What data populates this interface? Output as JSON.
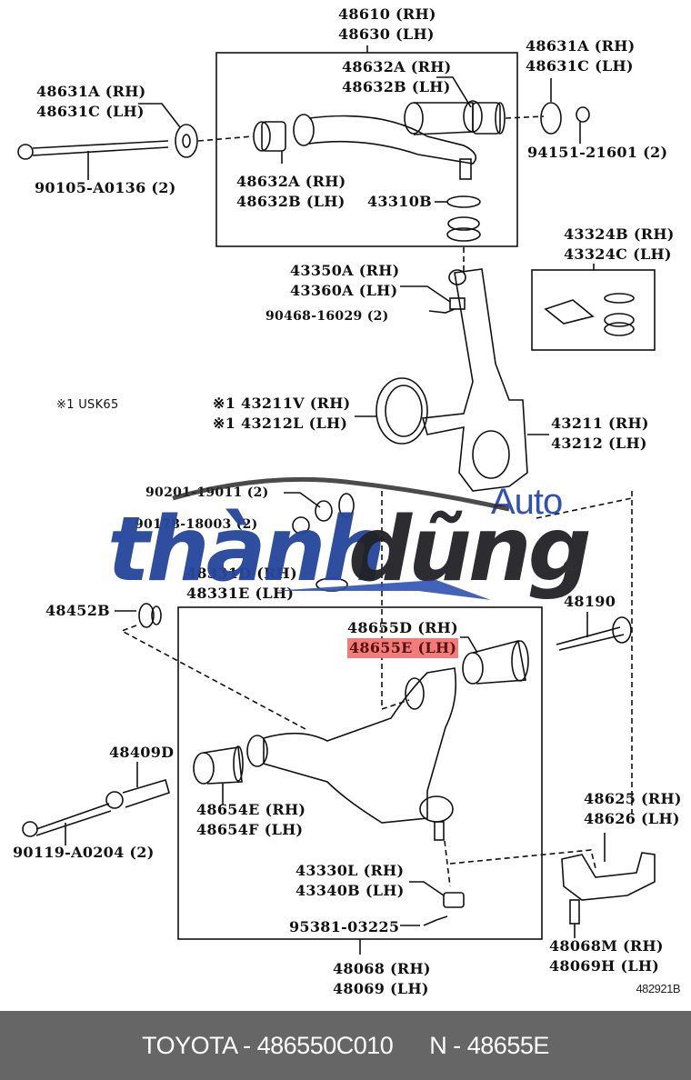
{
  "diagram": {
    "title_code": "482921B",
    "footnote": "※1 USK65",
    "groups": {
      "upper_arm": {
        "part": "48610 (RH)",
        "part_alt": "48630 (LH)"
      },
      "lower_arm": {
        "part": "48068 (RH)",
        "part_alt": "48069 (LH)"
      },
      "boot_kit": {
        "part": "43324B (RH)",
        "part_alt": "43324C (LH)"
      }
    },
    "labels": [
      {
        "id": "l1",
        "lines": [
          "48610 (RH)",
          "48630 (LH)"
        ]
      },
      {
        "id": "l2",
        "lines": [
          "48631A (RH)",
          "48631C (LH)"
        ]
      },
      {
        "id": "l3",
        "lines": [
          "48632A (RH)",
          "48632B (LH)"
        ]
      },
      {
        "id": "l4",
        "lines": [
          "48631A (RH)",
          "48631C (LH)"
        ]
      },
      {
        "id": "l5",
        "lines": [
          "94151-21601 (2)"
        ]
      },
      {
        "id": "l6",
        "lines": [
          "90105-A0136 (2)"
        ]
      },
      {
        "id": "l7",
        "lines": [
          "48632A (RH)",
          "48632B (LH)"
        ]
      },
      {
        "id": "l8",
        "lines": [
          "43310B"
        ]
      },
      {
        "id": "l9",
        "lines": [
          "43324B (RH)",
          "43324C (LH)"
        ]
      },
      {
        "id": "l10",
        "lines": [
          "43350A (RH)",
          "43360A (LH)"
        ]
      },
      {
        "id": "l11",
        "lines": [
          "90468-16029 (2)"
        ]
      },
      {
        "id": "l12",
        "lines": [
          "※1 43211V (RH)",
          "※1 43212L (LH)"
        ]
      },
      {
        "id": "l13",
        "lines": [
          "43211 (RH)",
          "43212 (LH)"
        ]
      },
      {
        "id": "l14",
        "lines": [
          "90201-19011 (2)"
        ]
      },
      {
        "id": "l15",
        "lines": [
          "90178-18003 (2)"
        ]
      },
      {
        "id": "l16",
        "lines": [
          "48331D (RH)",
          "48331E (LH)"
        ]
      },
      {
        "id": "l17",
        "lines": [
          "48452B"
        ]
      },
      {
        "id": "l18",
        "lines": [
          "48655D (RH)",
          "48655E (LH)"
        ],
        "highlight_line": 1
      },
      {
        "id": "l19",
        "lines": [
          "48190"
        ]
      },
      {
        "id": "l20",
        "lines": [
          "48409D"
        ]
      },
      {
        "id": "l21",
        "lines": [
          "48654E (RH)",
          "48654F (LH)"
        ]
      },
      {
        "id": "l22",
        "lines": [
          "90119-A0204 (2)"
        ]
      },
      {
        "id": "l23",
        "lines": [
          "48625 (RH)",
          "48626 (LH)"
        ]
      },
      {
        "id": "l24",
        "lines": [
          "43330L (RH)",
          "43340B (LH)"
        ]
      },
      {
        "id": "l25",
        "lines": [
          "95381-03225"
        ]
      },
      {
        "id": "l26",
        "lines": [
          "48068M (RH)",
          "48069H (LH)"
        ]
      },
      {
        "id": "l27",
        "lines": [
          "48068 (RH)",
          "48069 (LH)"
        ]
      }
    ],
    "highlight_color": "#f07c7c",
    "selected_part": "48655E (LH)"
  },
  "watermark": {
    "word1": "thành",
    "word2": "dũng",
    "word3": "Auto",
    "registered": "®",
    "colors": {
      "blue": "#27479c",
      "dark": "#222226"
    }
  },
  "footer": {
    "brand": "TOYOTA",
    "oem_number": "486550C010",
    "separator": "-",
    "ref_prefix": "N",
    "ref_number": "48655E",
    "text_left": "TOYOTA - 486550C010",
    "text_right": "N - 48655E",
    "background": "#666666"
  }
}
